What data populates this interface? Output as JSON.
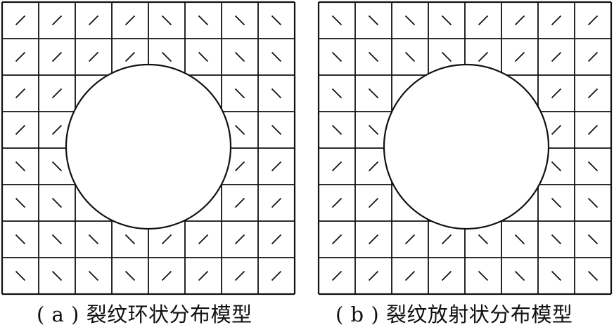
{
  "diagram": {
    "grid_rows": 8,
    "grid_cols": 8,
    "line_color": "#111111",
    "panels": [
      {
        "id": "a",
        "caption": "( a ) 裂纹环状分布模型",
        "crack_pattern": "circumferential"
      },
      {
        "id": "b",
        "caption": "( b ) 裂纹放射状分布模型",
        "crack_pattern": "radial"
      }
    ]
  }
}
